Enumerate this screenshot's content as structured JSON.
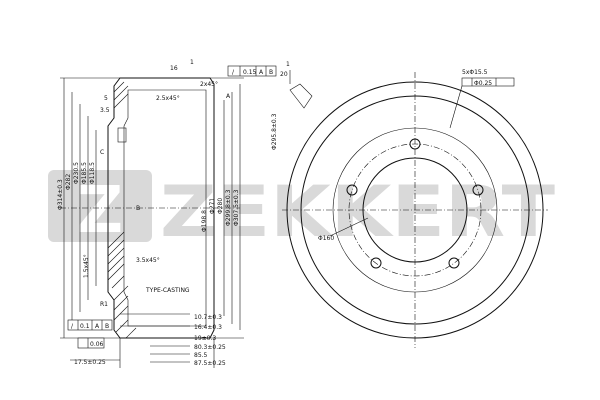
{
  "watermark": {
    "brand": "ZEKKERT",
    "logo_text": "Z"
  },
  "section_view": {
    "top_dims": [
      "16",
      "2x45°",
      "1",
      "5",
      "3.5",
      "2.5x45°",
      "3.5x45°",
      "1.5x45°"
    ],
    "tolerance_frame_top": [
      "/",
      "0.15",
      "A",
      "B"
    ],
    "diameters": [
      "Φ314±0.3",
      "Φ282",
      "Φ230.5",
      "Φ185.5",
      "Φ118.5",
      "Φ198.8",
      "Φ271",
      "Φ280",
      "Φ299.8±0.3",
      "Φ307.5±0.3"
    ],
    "casting_label": "TYPE-CASTING",
    "datum_labels": [
      "A",
      "B",
      "C",
      "R1"
    ],
    "tolerance_frame_bottom": [
      "/",
      "0.1",
      "A",
      "B"
    ],
    "flatness_frame": [
      "0.06"
    ],
    "bottom_dims": [
      "10.7±0.3",
      "16.4±0.3",
      "19±0.3",
      "80.3±0.25",
      "85.5",
      "87.5±0.25",
      "17.5±0.25"
    ]
  },
  "front_view": {
    "bolt_circle": "Φ295.8±0.3",
    "center_bore": "Φ160",
    "hole_callout": "5xΦ15.5",
    "hole_tolerance": "Φ0.25",
    "detail_dims": [
      "1",
      "20"
    ]
  }
}
